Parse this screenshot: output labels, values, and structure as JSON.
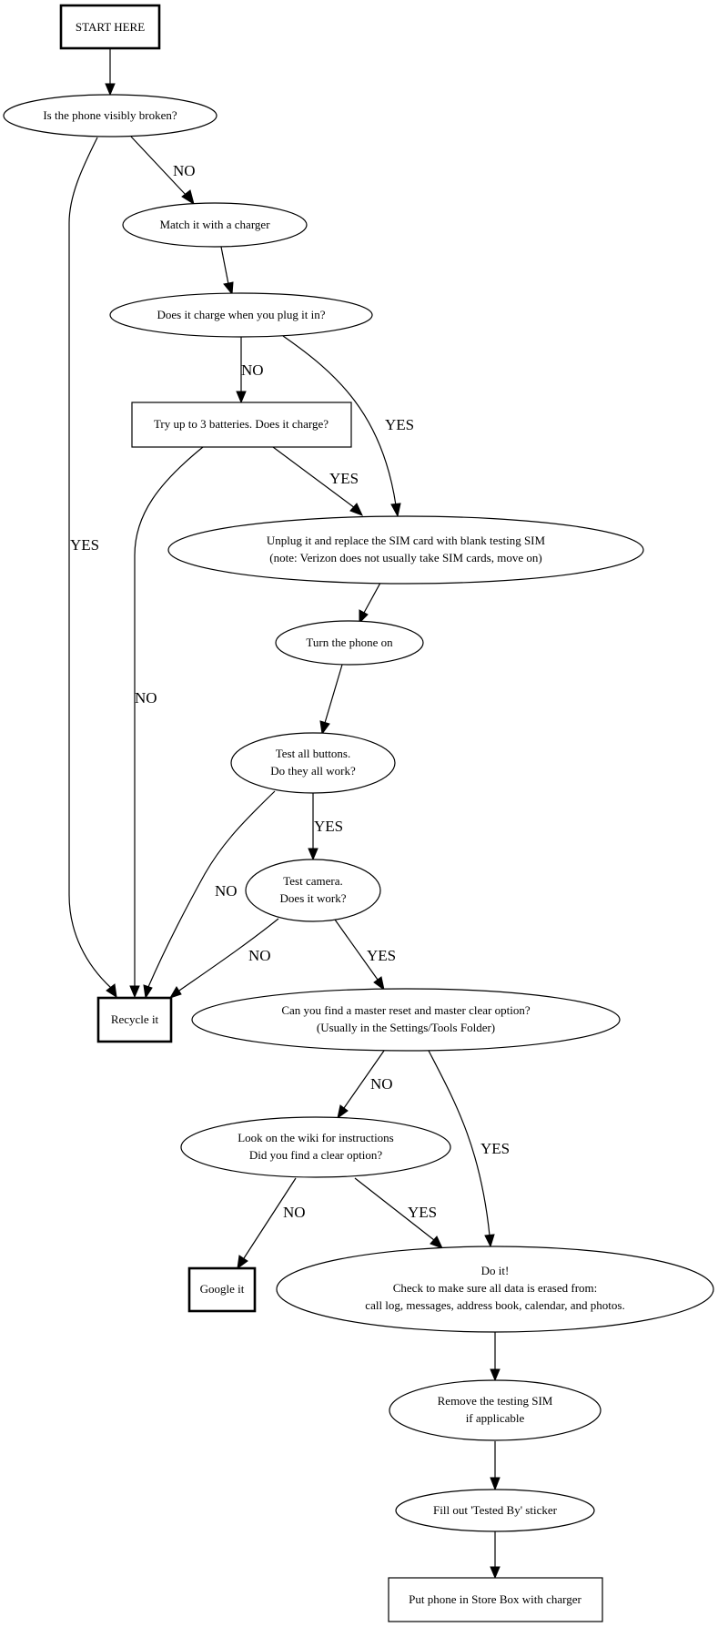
{
  "diagram": {
    "type": "flowchart",
    "nodes": {
      "start": {
        "lines": [
          "START HERE"
        ],
        "shape": "box-bold"
      },
      "broken": {
        "lines": [
          "Is the phone visibly broken?"
        ],
        "shape": "ellipse"
      },
      "match_charger": {
        "lines": [
          "Match it with a charger"
        ],
        "shape": "ellipse"
      },
      "does_charge": {
        "lines": [
          "Does it charge when you plug it in?"
        ],
        "shape": "ellipse"
      },
      "batteries": {
        "lines": [
          "Try up to 3 batteries. Does it charge?"
        ],
        "shape": "box"
      },
      "sim": {
        "lines": [
          "Unplug it and replace the SIM card with blank testing SIM",
          "(note: Verizon does not usually take SIM cards, move on)"
        ],
        "shape": "ellipse"
      },
      "turn_on": {
        "lines": [
          "Turn the phone on"
        ],
        "shape": "ellipse"
      },
      "buttons": {
        "lines": [
          "Test all buttons.",
          "Do they all work?"
        ],
        "shape": "ellipse"
      },
      "camera": {
        "lines": [
          "Test camera.",
          "Does it work?"
        ],
        "shape": "ellipse"
      },
      "recycle": {
        "lines": [
          "Recycle it"
        ],
        "shape": "box-bold"
      },
      "master_reset": {
        "lines": [
          "Can you find a master reset and master clear option?",
          "(Usually in the Settings/Tools Folder)"
        ],
        "shape": "ellipse"
      },
      "wiki": {
        "lines": [
          "Look on the wiki for instructions",
          "Did you find a clear option?"
        ],
        "shape": "ellipse"
      },
      "google": {
        "lines": [
          "Google it"
        ],
        "shape": "box-bold"
      },
      "do_it": {
        "lines": [
          "Do it!",
          "Check to make sure all data is erased from:",
          "call log, messages, address book, calendar, and photos."
        ],
        "shape": "ellipse"
      },
      "remove_sim": {
        "lines": [
          "Remove the testing SIM",
          "if applicable"
        ],
        "shape": "ellipse"
      },
      "sticker": {
        "lines": [
          "Fill out 'Tested By' sticker"
        ],
        "shape": "ellipse"
      },
      "store_box": {
        "lines": [
          "Put phone in Store Box with charger"
        ],
        "shape": "box"
      }
    },
    "edges": [
      {
        "from": "start",
        "to": "broken",
        "label": ""
      },
      {
        "from": "broken",
        "to": "match_charger",
        "label": "NO"
      },
      {
        "from": "broken",
        "to": "recycle",
        "label": "YES"
      },
      {
        "from": "match_charger",
        "to": "does_charge",
        "label": ""
      },
      {
        "from": "does_charge",
        "to": "batteries",
        "label": "NO"
      },
      {
        "from": "does_charge",
        "to": "sim",
        "label": "YES"
      },
      {
        "from": "batteries",
        "to": "sim",
        "label": "YES"
      },
      {
        "from": "batteries",
        "to": "recycle",
        "label": "NO"
      },
      {
        "from": "sim",
        "to": "turn_on",
        "label": ""
      },
      {
        "from": "turn_on",
        "to": "buttons",
        "label": ""
      },
      {
        "from": "buttons",
        "to": "camera",
        "label": "YES"
      },
      {
        "from": "buttons",
        "to": "recycle",
        "label": "NO"
      },
      {
        "from": "camera",
        "to": "recycle",
        "label": "NO"
      },
      {
        "from": "camera",
        "to": "master_reset",
        "label": "YES"
      },
      {
        "from": "master_reset",
        "to": "wiki",
        "label": "NO"
      },
      {
        "from": "master_reset",
        "to": "do_it",
        "label": "YES"
      },
      {
        "from": "wiki",
        "to": "google",
        "label": "NO"
      },
      {
        "from": "wiki",
        "to": "do_it",
        "label": "YES"
      },
      {
        "from": "do_it",
        "to": "remove_sim",
        "label": ""
      },
      {
        "from": "remove_sim",
        "to": "sticker",
        "label": ""
      },
      {
        "from": "sticker",
        "to": "store_box",
        "label": ""
      }
    ]
  }
}
